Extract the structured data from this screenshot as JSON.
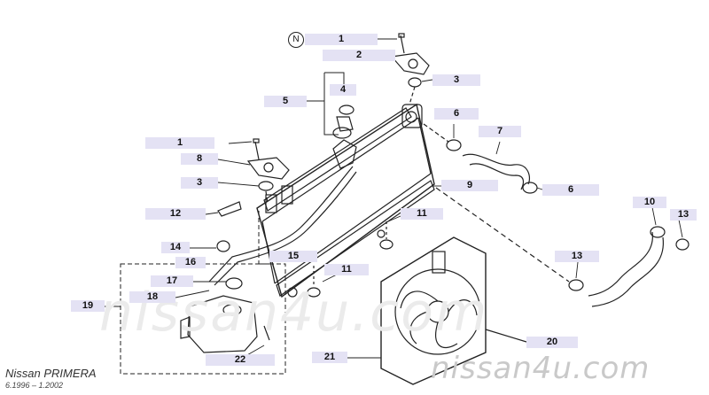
{
  "diagram": {
    "note_symbol": "N",
    "brand": "Nissan PRIMERA",
    "production_range": "6.1996 – 1.2002",
    "watermark_background": "nissan4u.com",
    "watermark_corner": "nissan4u.com",
    "callouts": [
      {
        "id": "c1a",
        "label": "1"
      },
      {
        "id": "c2",
        "label": "2"
      },
      {
        "id": "c3a",
        "label": "3"
      },
      {
        "id": "c4",
        "label": "4"
      },
      {
        "id": "c5",
        "label": "5"
      },
      {
        "id": "c6a",
        "label": "6"
      },
      {
        "id": "c7",
        "label": "7"
      },
      {
        "id": "c1b",
        "label": "1"
      },
      {
        "id": "c8",
        "label": "8"
      },
      {
        "id": "c3b",
        "label": "3"
      },
      {
        "id": "c9",
        "label": "9"
      },
      {
        "id": "c6b",
        "label": "6"
      },
      {
        "id": "c10",
        "label": "10"
      },
      {
        "id": "c13a",
        "label": "13"
      },
      {
        "id": "c12",
        "label": "12"
      },
      {
        "id": "c11a",
        "label": "11"
      },
      {
        "id": "c14",
        "label": "14"
      },
      {
        "id": "c16",
        "label": "16"
      },
      {
        "id": "c15",
        "label": "15"
      },
      {
        "id": "c13b",
        "label": "13"
      },
      {
        "id": "c11b",
        "label": "11"
      },
      {
        "id": "c17",
        "label": "17"
      },
      {
        "id": "c18",
        "label": "18"
      },
      {
        "id": "c19",
        "label": "19"
      },
      {
        "id": "c20",
        "label": "20"
      },
      {
        "id": "c21",
        "label": "21"
      },
      {
        "id": "c22",
        "label": "22"
      }
    ]
  },
  "colors": {
    "callout_fill": "#e4e2f4",
    "line": "#222222",
    "watermark": "#c9c9c9"
  }
}
